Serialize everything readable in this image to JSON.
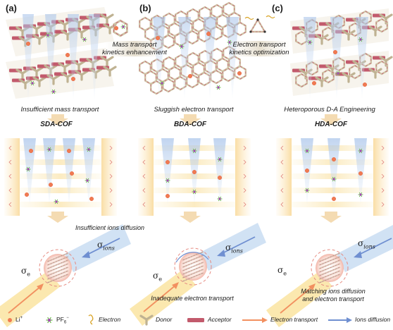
{
  "panels": [
    {
      "label": "(a)",
      "top_caption": "Insufficient mass transport",
      "cof_name": "SDA-COF",
      "note": "Insufficient ions diffusion"
    },
    {
      "label": "(b)",
      "top_caption": "Sluggish electron transport",
      "cof_name": "BDA-COF",
      "note": "Inadequate electron transport"
    },
    {
      "label": "(c)",
      "top_caption": "Heteroporous D-A Engineering",
      "cof_name": "HDA-COF",
      "note": "Matching ions diffusion\nand electron transport"
    }
  ],
  "mid_labels": {
    "mass": "Mass transport\nkinetics enhancement",
    "electron": "Electron transport\nkinetics optimization"
  },
  "sigma": {
    "electron": "σ",
    "electron_sub": "e",
    "ions": "σ",
    "ions_sub": "ions"
  },
  "legend": {
    "li": "Li",
    "li_sup": "+",
    "pf6": "PF",
    "pf6_sub": "6",
    "pf6_sup": "−",
    "electron": "Electron",
    "donor": "Donor",
    "acceptor": "Acceptor",
    "electron_transport": "Electron transport",
    "ions_diffusion": "Ions diffusion"
  },
  "colors": {
    "donor": "#d9cfb6",
    "acceptor": "#c25a6c",
    "li": "#f07a52",
    "pf6_center": "#a64ab5",
    "pf6_arm": "#6cc04a",
    "electron": "#d9a324",
    "ion_arrow": "#6f8fd1",
    "electron_arrow": "#f29060",
    "blue_band": "#cfe0f3",
    "yellow_band": "#fbe6a6"
  }
}
